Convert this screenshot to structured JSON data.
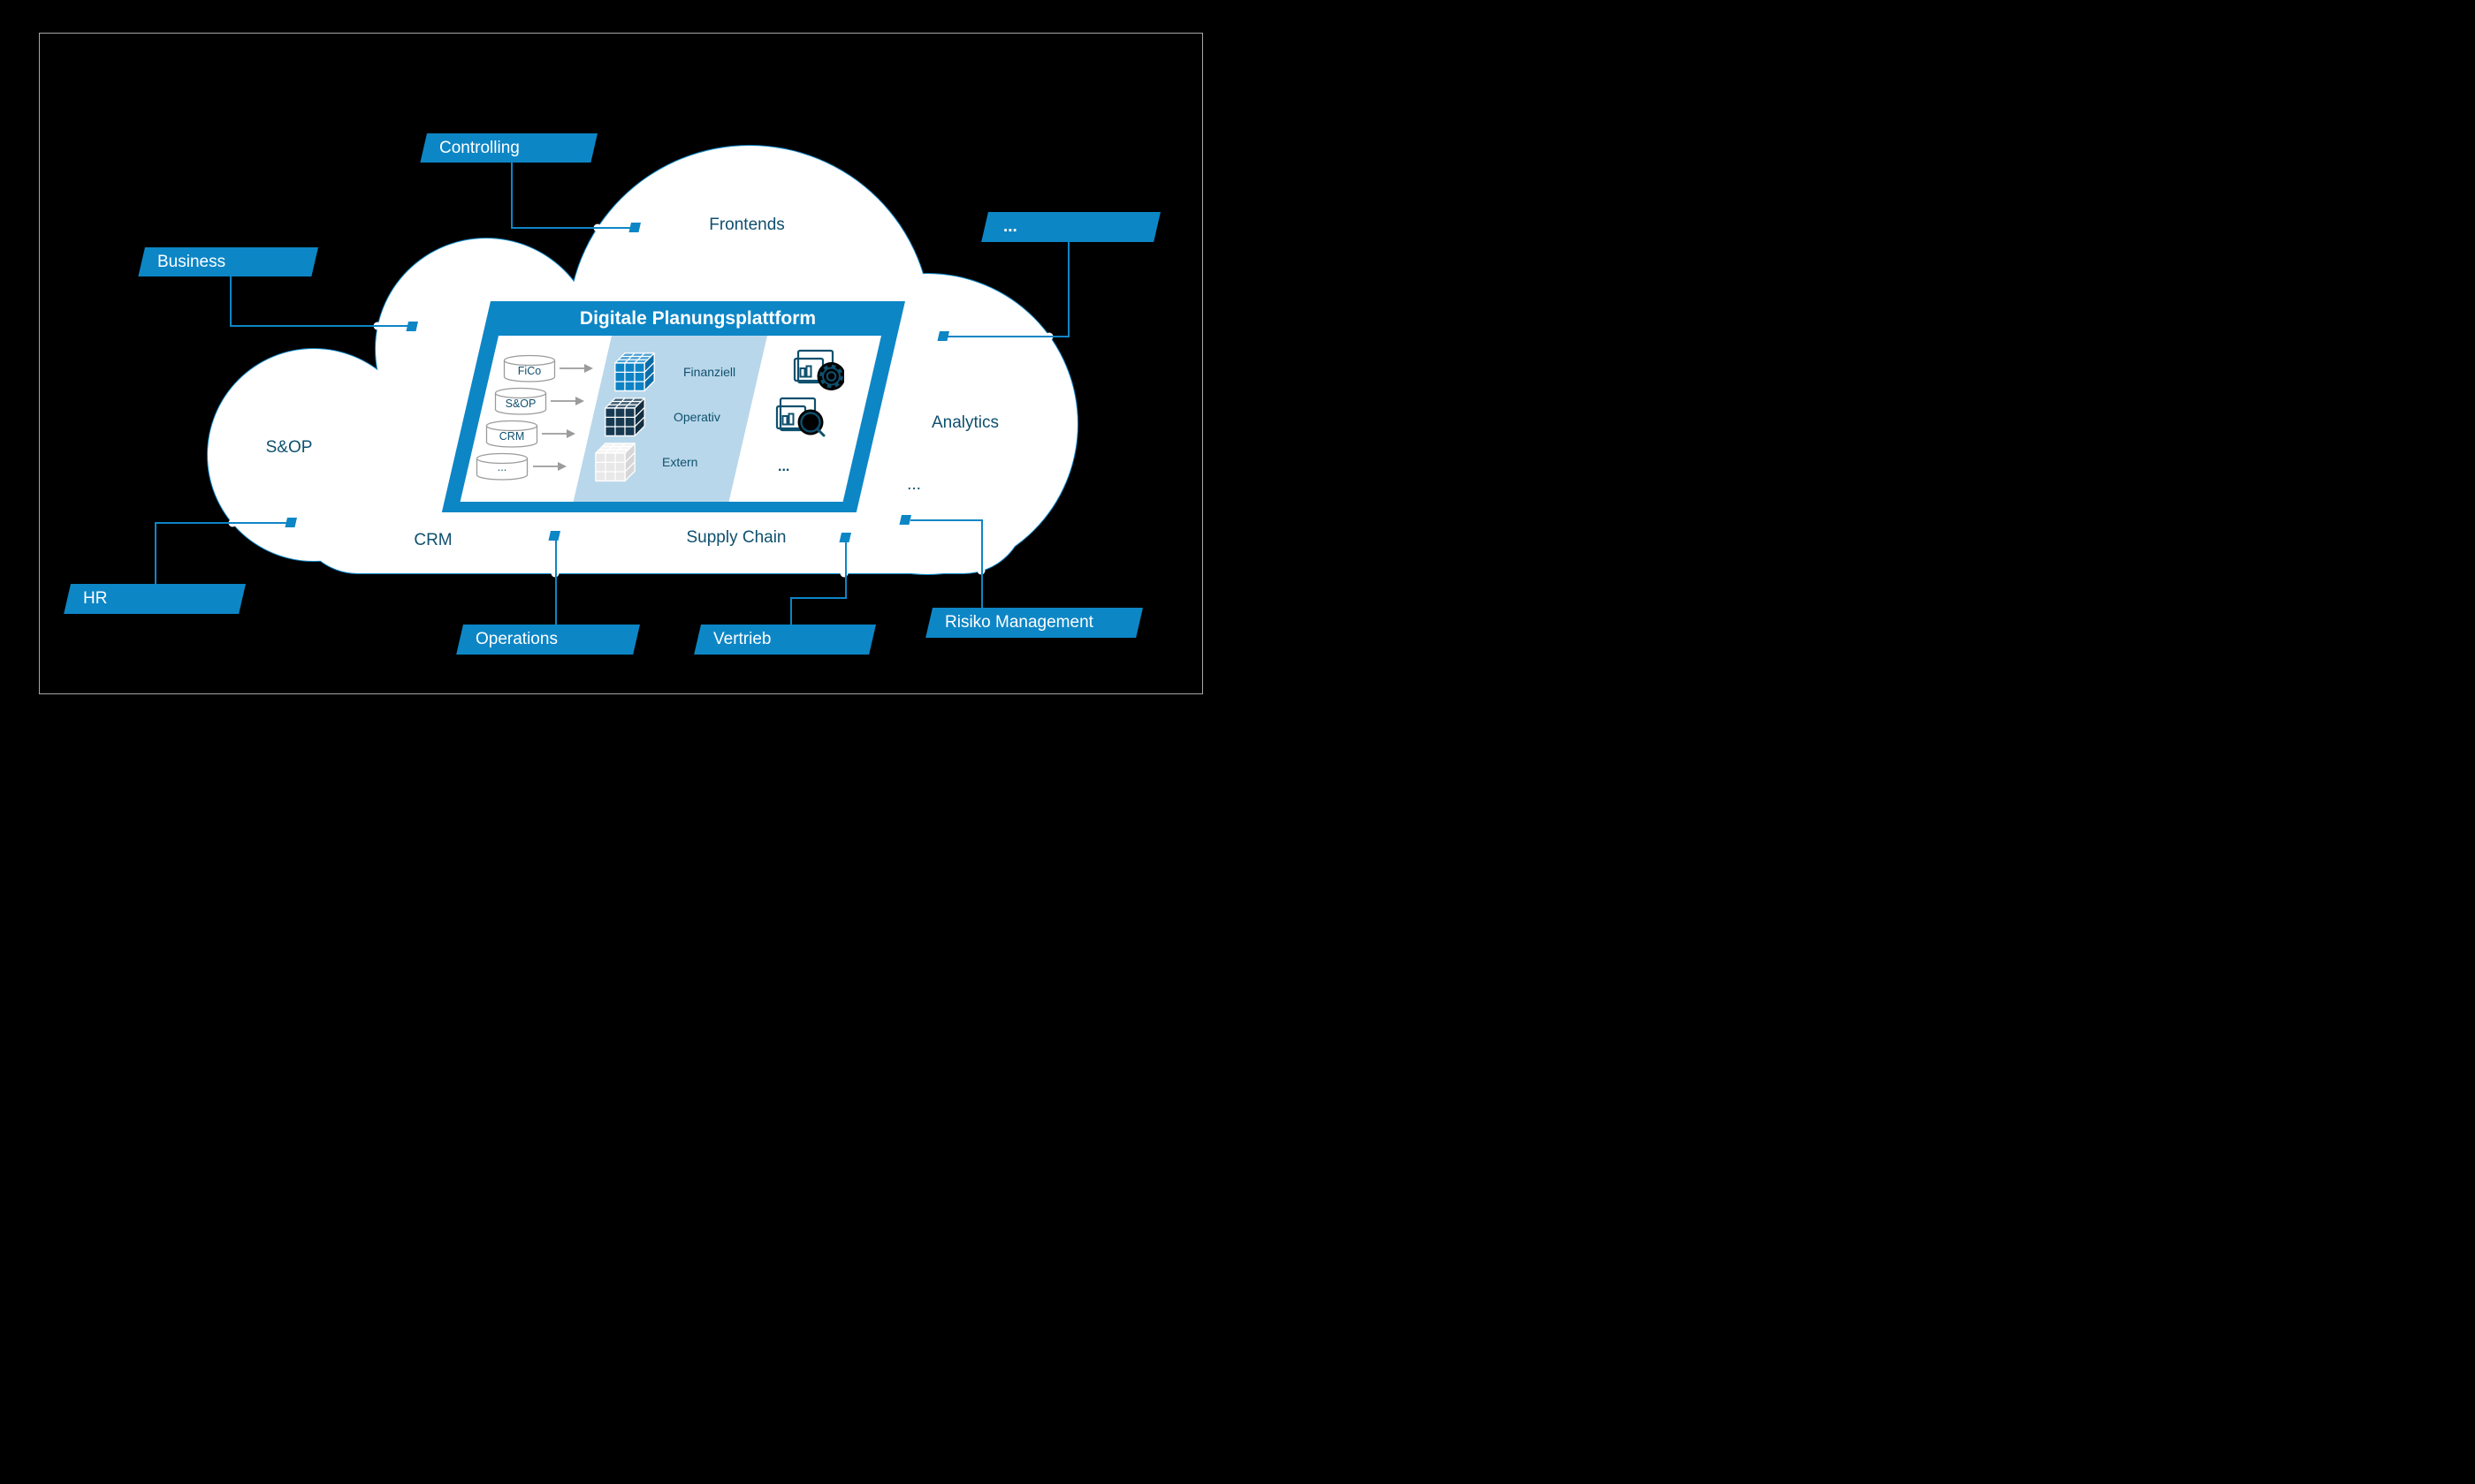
{
  "banners": {
    "controlling": "Controlling",
    "business": "Business",
    "more_top_right": "...",
    "hr": "HR",
    "operations": "Operations",
    "vertrieb": "Vertrieb",
    "risiko": "Risiko Management"
  },
  "cloud": {
    "frontends": "Frontends",
    "sop": "S&OP",
    "crm": "CRM",
    "supply_chain": "Supply Chain",
    "analytics": "Analytics",
    "more": "..."
  },
  "platform": {
    "title": "Digitale Planungsplattform",
    "sources": [
      "FiCo",
      "S&OP",
      "CRM",
      "..."
    ],
    "cube_labels": [
      "Finanziell",
      "Operativ",
      "Extern"
    ],
    "tools_more": "...",
    "icons": [
      "dashboard-gear-icon",
      "dashboard-search-icon"
    ]
  },
  "colors": {
    "brand_blue": "#0d86c6",
    "dark_blue": "#0f506e",
    "band_blue": "#b9d7ea",
    "cube_navy": "#173a52",
    "cube_blue": "#0d83c5",
    "cube_gray": "#e8e8e8",
    "arrow_gray": "#9b9b9b",
    "background": "#000000"
  }
}
